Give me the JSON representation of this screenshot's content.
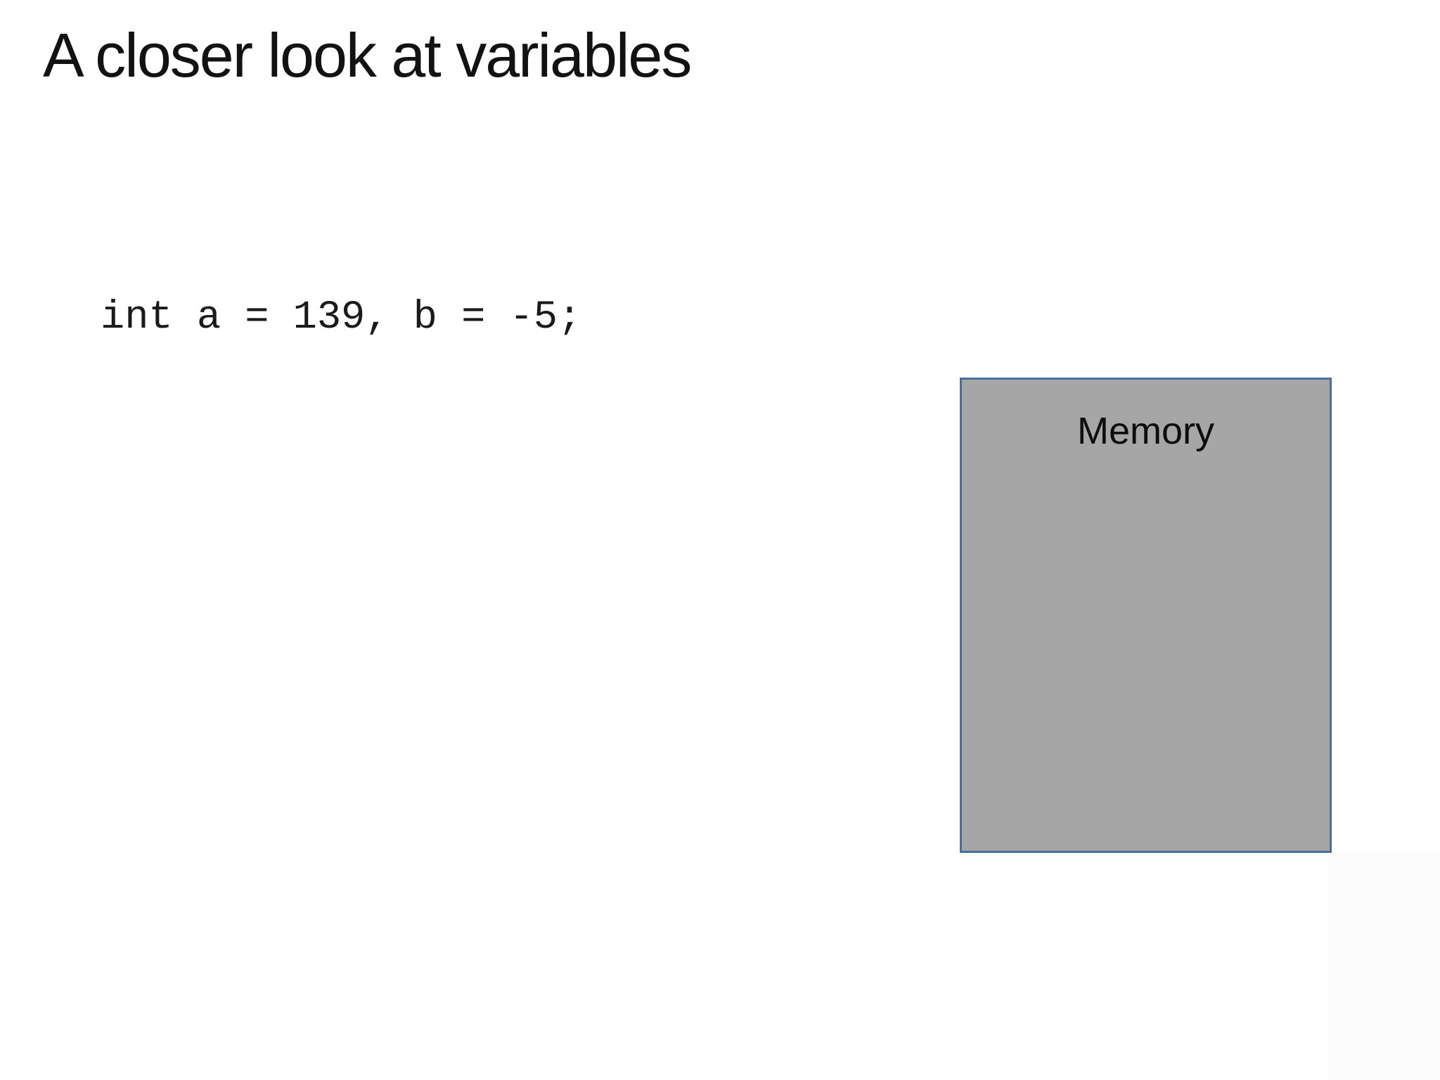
{
  "slide": {
    "title": "A closer look at variables",
    "code_line": "int a = 139, b = -5;",
    "memory_box": {
      "label": "Memory",
      "fill_color": "#a6a6a6",
      "border_color": "#41719c"
    },
    "background_color": "#ffffff"
  }
}
